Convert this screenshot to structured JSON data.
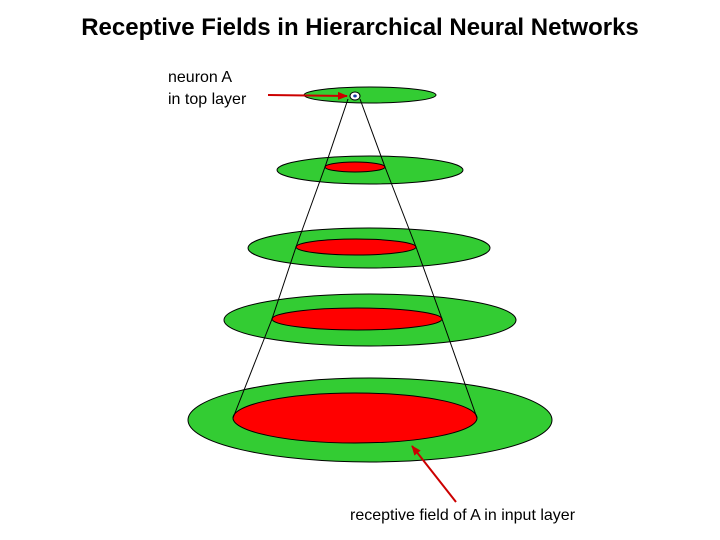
{
  "title": "Receptive Fields in Hierarchical Neural Networks",
  "labels": {
    "neuron_line1": "neuron A",
    "neuron_line2": "in top layer",
    "receptive_field": "receptive field of A in input layer"
  },
  "colors": {
    "layer_fill": "#33cc33",
    "field_fill": "#ff0000",
    "outline": "#000000",
    "arrow": "#cc0000"
  }
}
